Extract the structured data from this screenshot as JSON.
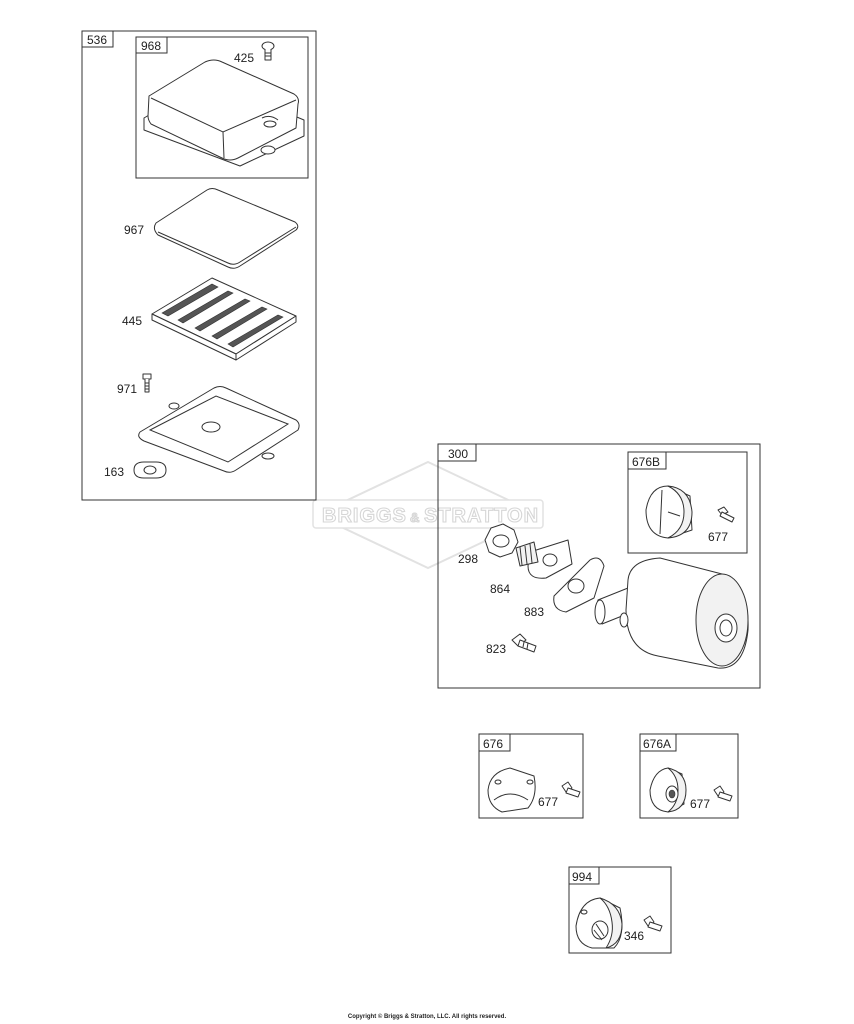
{
  "watermark": {
    "left": "BRIGGS",
    "amp": "&",
    "right": "STRATTON"
  },
  "groups": {
    "air_cleaner": {
      "label": "536"
    },
    "cover": {
      "label": "968"
    },
    "muffler": {
      "label": "300"
    },
    "guard_b": {
      "label": "676B"
    },
    "guard": {
      "label": "676"
    },
    "guard_a": {
      "label": "676A"
    },
    "deflector": {
      "label": "994"
    }
  },
  "parts": {
    "p425": "425",
    "p967": "967",
    "p445": "445",
    "p971": "971",
    "p163": "163",
    "p298": "298",
    "p864": "864",
    "p883": "883",
    "p823": "823",
    "p677_b": "677",
    "p677": "677",
    "p677_a": "677",
    "p346": "346"
  },
  "copyright": "Copyright © Briggs & Stratton, LLC. All rights reserved."
}
